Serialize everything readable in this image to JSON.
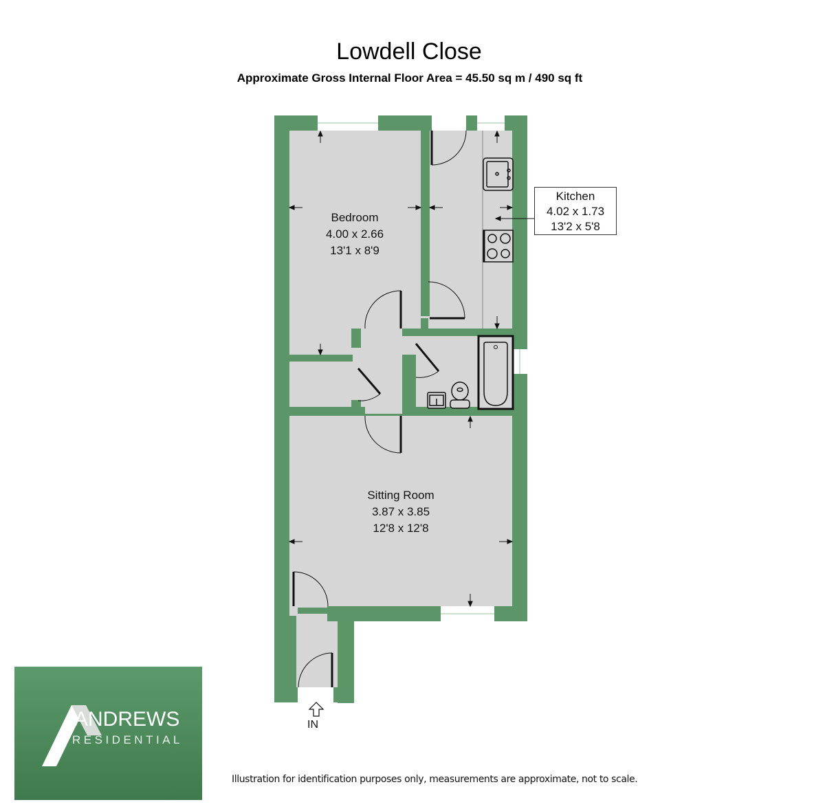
{
  "header": {
    "title": "Lowdell Close",
    "subtitle": "Approximate Gross Internal Floor Area = 45.50 sq m / 490 sq ft"
  },
  "colors": {
    "wall": "#5b9568",
    "floor": "#d6d6d6",
    "background": "#ffffff",
    "logo_top": "#5c9a6c",
    "logo_bottom": "#3f7a4c"
  },
  "rooms": [
    {
      "name": "Bedroom",
      "metric": "4.00 x 2.66",
      "imperial": "13'1 x 8'9"
    },
    {
      "name": "Kitchen",
      "metric": "4.02 x 1.73",
      "imperial": "13'2 x 5'8"
    },
    {
      "name": "Sitting Room",
      "metric": "3.87 x 3.85",
      "imperial": "12'8 x 12'8"
    }
  ],
  "entrance": {
    "label": "IN",
    "icon": "arrow-up-icon"
  },
  "fixtures": [
    "sink-icon",
    "hob-icon",
    "bath-icon",
    "toilet-icon",
    "basin-icon"
  ],
  "logo": {
    "name": "ANDREWS",
    "sub": "RESIDENTIAL"
  },
  "footer": {
    "disclaimer": "Illustration for identification purposes only, measurements are approximate, not to scale."
  }
}
